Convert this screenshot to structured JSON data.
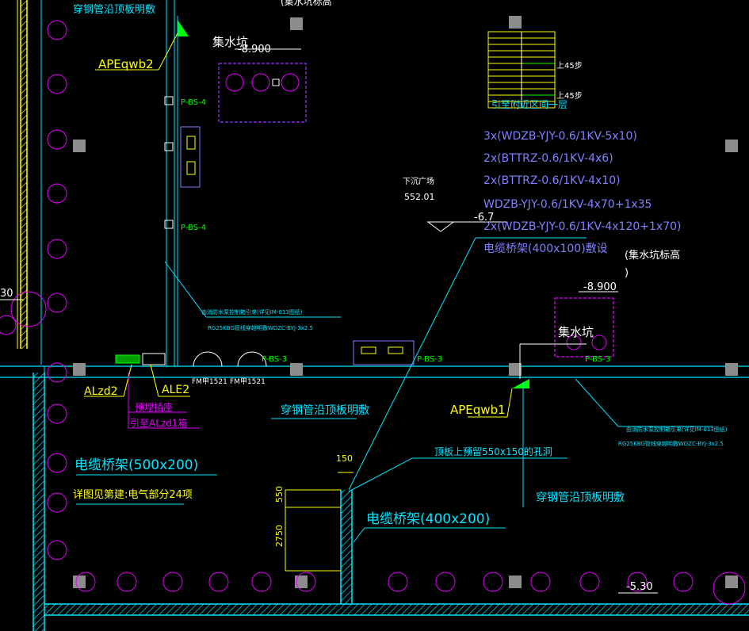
{
  "colors": {
    "bg": "#000000",
    "cyan": "#00e5ff",
    "yellow": "#ffff00",
    "magenta": "#e600ff",
    "white": "#ffffff",
    "green": "#00ff00",
    "grey": "#8c8c8c",
    "purple": "#9b30ff"
  },
  "labels": {
    "steel_pipe_top": "穿钢管沿顶板明敷",
    "apeqwb2": "APEqwb2",
    "pit_name_top": "集水坑",
    "pit_level_top": "-8.900",
    "pit_level_note_top": "(集水坑标高",
    "pbs4_a": "P-BS-4",
    "pbs4_b": "P-BS-4",
    "stairs_up_1": "上45步",
    "stairs_up_2": "上45步",
    "to_floor": "引至附近区间一层",
    "cable_1": "3x(WDZB-YJY-0.6/1KV-5x10)",
    "cable_2": "2x(BTTRZ-0.6/1KV-4x6)",
    "cable_3": "2x(BTTRZ-0.6/1KV-4x10)",
    "cable_4": "WDZB-YJY-0.6/1KV-4x70+1x35",
    "cable_5": "2x(WDZB-YJY-0.6/1KV-4x120+1x70)",
    "tray_laid": "电缆桥架(400x100)敷设",
    "sunken_square": "下沉广场",
    "sunken_level": "552.01",
    "level_minus_67": "-6.7",
    "pit_level_note_right": "(集水坑标高",
    "paren_close": ")",
    "pit_level_right": "-8.900",
    "pit_name_right": "集水坑",
    "small_note_left_1": "由消防水泵控制箱引来(详见IM-013图纸)",
    "small_note_left_2": "RG25KBG管线穿越明敷WDZC-BYJ-3x2.5",
    "small_note_right_1": "由消防水泵控制箱引来(详见IM-013图纸)",
    "small_note_right_2": "RG25KBG管线穿越明敷WDZC-BYJ-3x2.5",
    "pbs3_a": "P-BS-3",
    "pbs3_b": "P-BS-3",
    "pbs3_c": "P-BS-3",
    "fm_1": "FM甲1521",
    "fm_2": "FM甲1521",
    "alzd2": "ALzd2",
    "ale2": "ALE2",
    "junction": "预埋插座",
    "to_alzd1": "引至ALzd1箱",
    "steel_pipe_mid": "穿钢管沿顶板明敷",
    "apeqwb1": "APEqwb1",
    "tray_500": "电缆桥架(500x200)",
    "see_fig": "详图见第建:电气部分24项",
    "slab_hole": "顶板上预留550x150的孔洞",
    "tray_400": "电缆桥架(400x200)",
    "steel_pipe_right": "穿钢管沿顶板明敷",
    "dim_150": "150",
    "dim_550": "550",
    "dim_2750": "2750",
    "level_left": "30",
    "level_right": "-5.30"
  }
}
